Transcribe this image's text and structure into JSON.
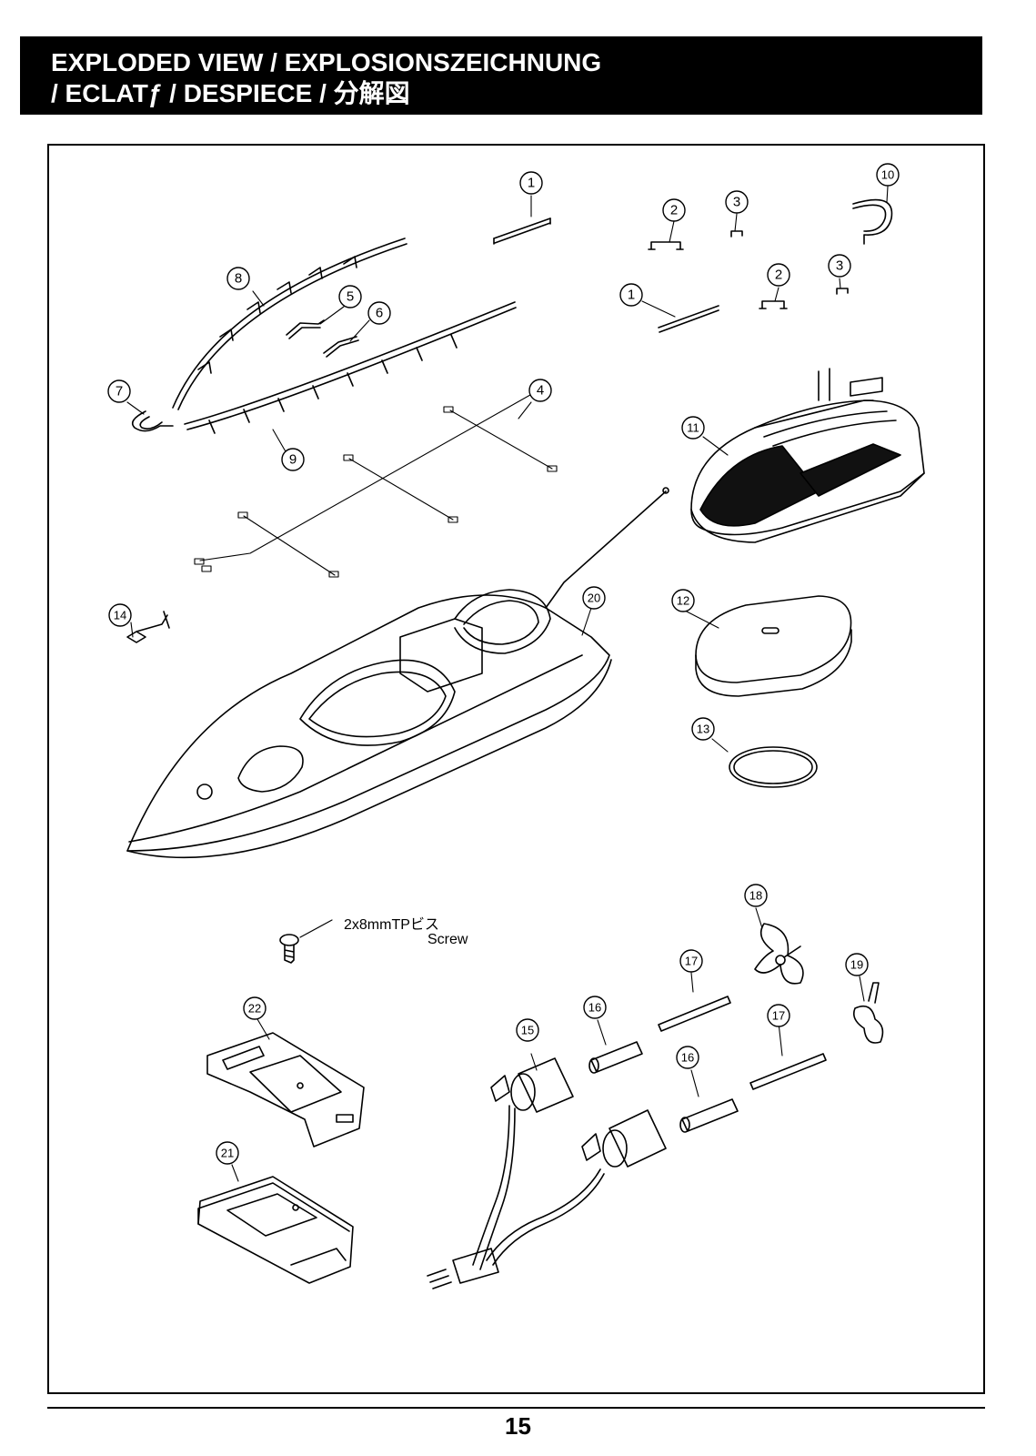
{
  "header": {
    "line1": "EXPLODED VIEW / EXPLOSIONSZEICHNUNG",
    "line2": " / ECLATƒ / DESPIECE /  分解図"
  },
  "callouts": {
    "c1a": "1",
    "c1b": "1",
    "c2a": "2",
    "c2b": "2",
    "c3a": "3",
    "c3b": "3",
    "c4": "4",
    "c5": "5",
    "c6": "6",
    "c7": "7",
    "c8": "8",
    "c9": "9",
    "c10": "10",
    "c11": "11",
    "c12": "12",
    "c13": "13",
    "c14": "14",
    "c15": "15",
    "c16a": "16",
    "c16b": "16",
    "c17a": "17",
    "c17b": "17",
    "c18": "18",
    "c19": "19",
    "c20": "20",
    "c21": "21",
    "c22": "22"
  },
  "screw": {
    "spec": "2x8mmTPビス",
    "label": "Screw"
  },
  "page_number": "15"
}
